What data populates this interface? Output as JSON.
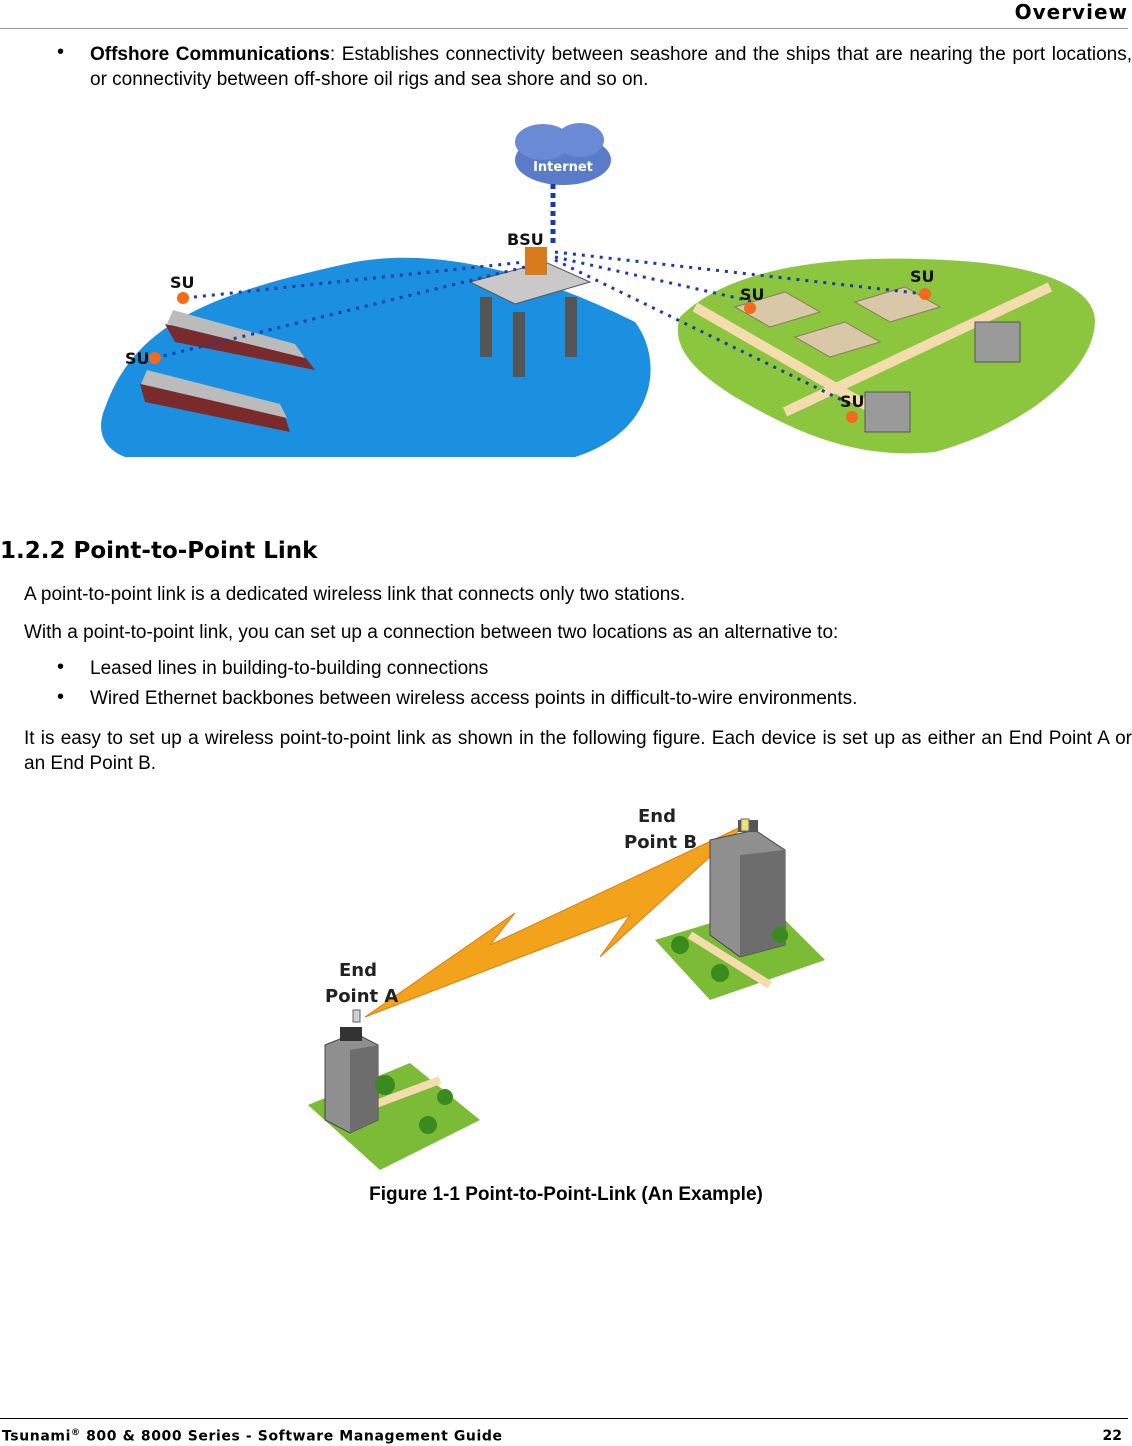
{
  "header": {
    "title": "Overview"
  },
  "offshore": {
    "term": "Offshore Communications",
    "text": ": Establishes connectivity between seashore and the ships that are nearing the port locations, or connectivity between off-shore oil rigs and sea shore and so on."
  },
  "figure_offshore": {
    "cloud_label": "Internet",
    "bsu_label": "BSU",
    "su_label": "SU"
  },
  "section": {
    "heading": "1.2.2 Point-to-Point Link",
    "para1": "A point-to-point link is a dedicated wireless link that connects only two stations.",
    "para2": "With a point-to-point link, you can set up a connection between two locations as an alternative to:",
    "bullets": [
      "Leased lines in building-to-building connections",
      "Wired Ethernet backbones between wireless access points in difficult-to-wire environments."
    ],
    "para3": "It is easy to set up a wireless point-to-point link as shown in the following figure. Each device is set up as either an End Point A or an End Point B."
  },
  "figure_p2p": {
    "end_word": "End",
    "point_a": "Point A",
    "point_b": "Point B",
    "caption": "Figure 1-1 Point-to-Point-Link (An Example)"
  },
  "footer": {
    "product": "Tsunami",
    "reg": "®",
    "rest": " 800 & 8000 Series - Software Management Guide",
    "page": "22"
  }
}
